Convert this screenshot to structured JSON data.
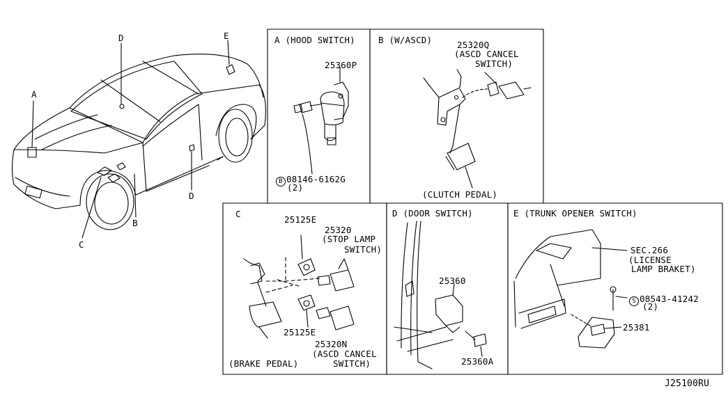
{
  "diagram_id": "J25100RU",
  "overview": {
    "callout_a": "A",
    "callout_b": "B",
    "callout_c": "C",
    "callout_d_roof": "D",
    "callout_d_door": "D",
    "callout_e": "E"
  },
  "panel_a": {
    "title": "A (HOOD SWITCH)",
    "part_switch": "25360P",
    "bolt_symbol": "B",
    "bolt_part": "08146-6162G",
    "bolt_qty": "(2)"
  },
  "panel_b": {
    "title": "B (W/ASCD)",
    "part_number": "25320Q",
    "part_desc_1": "(ASCD CANCEL",
    "part_desc_2": "SWITCH)",
    "pedal_label": "(CLUTCH PEDAL)"
  },
  "panel_c": {
    "title": "C",
    "clip_top": "25125E",
    "stop_part": "25320",
    "stop_desc_1": "(STOP LAMP",
    "stop_desc_2": "SWITCH)",
    "clip_bottom": "25125E",
    "ascd_part": "25320N",
    "ascd_desc_1": "(ASCD CANCEL",
    "ascd_desc_2": "SWITCH)",
    "pedal_label": "(BRAKE PEDAL)"
  },
  "panel_d": {
    "title": "D (DOOR SWITCH)",
    "switch_part": "25360",
    "bolt_part": "25360A"
  },
  "panel_e": {
    "title": "E (TRUNK OPENER SWITCH)",
    "sec_ref": "SEC.266",
    "sec_desc_1": "(LICENSE",
    "sec_desc_2": "LAMP BRAKET)",
    "screw_symbol": "S",
    "screw_part": "08543-41242",
    "screw_qty": "(2)",
    "switch_part": "25381"
  }
}
